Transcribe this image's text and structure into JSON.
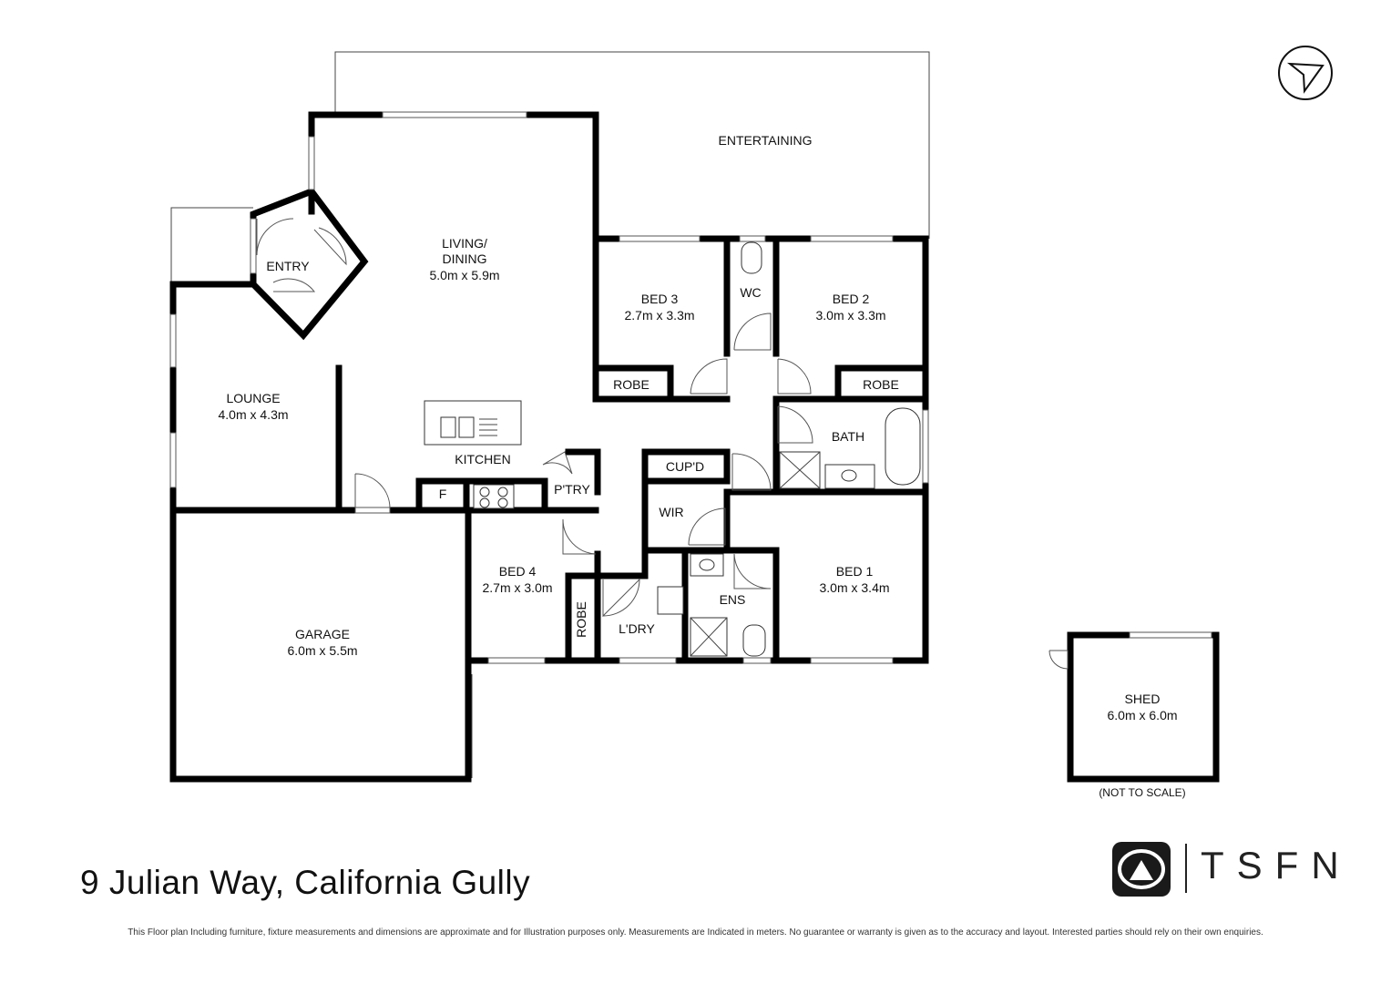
{
  "address": "9 Julian Way, California Gully",
  "brand": "TSFN",
  "disclaimer": "This Floor plan Including furniture, fixture measurements and dimensions are approximate and for Illustration purposes only. Measurements are Indicated in meters. No guarantee or warranty is given as to the accuracy and layout. Interested parties should rely on their own enquiries.",
  "rooms": {
    "entertaining": {
      "name": "ENTERTAINING"
    },
    "living": {
      "name": "LIVING/",
      "name2": "DINING",
      "size": "5.0m x 5.9m"
    },
    "entry": {
      "name": "ENTRY"
    },
    "lounge": {
      "name": "LOUNGE",
      "size": "4.0m x 4.3m"
    },
    "kitchen": {
      "name": "KITCHEN"
    },
    "fridge": {
      "name": "F"
    },
    "pantry": {
      "name": "P'TRY"
    },
    "bed3": {
      "name": "BED 3",
      "size": "2.7m x 3.3m"
    },
    "robe3": {
      "name": "ROBE"
    },
    "wc": {
      "name": "WC"
    },
    "bed2": {
      "name": "BED 2",
      "size": "3.0m x 3.3m"
    },
    "robe2": {
      "name": "ROBE"
    },
    "bath": {
      "name": "BATH"
    },
    "cupd": {
      "name": "CUP'D"
    },
    "wir": {
      "name": "WIR"
    },
    "ens": {
      "name": "ENS"
    },
    "bed1": {
      "name": "BED 1",
      "size": "3.0m x 3.4m"
    },
    "bed4": {
      "name": "BED 4",
      "size": "2.7m x 3.0m"
    },
    "robe4": {
      "name": "ROBE"
    },
    "laundry": {
      "name": "L'DRY"
    },
    "garage": {
      "name": "GARAGE",
      "size": "6.0m x 5.5m"
    },
    "shed": {
      "name": "SHED",
      "size": "6.0m x 6.0m",
      "note": "(NOT TO SCALE)"
    }
  },
  "icons": {
    "north": "north-arrow-icon",
    "logo": "tsfn-logo-icon"
  }
}
